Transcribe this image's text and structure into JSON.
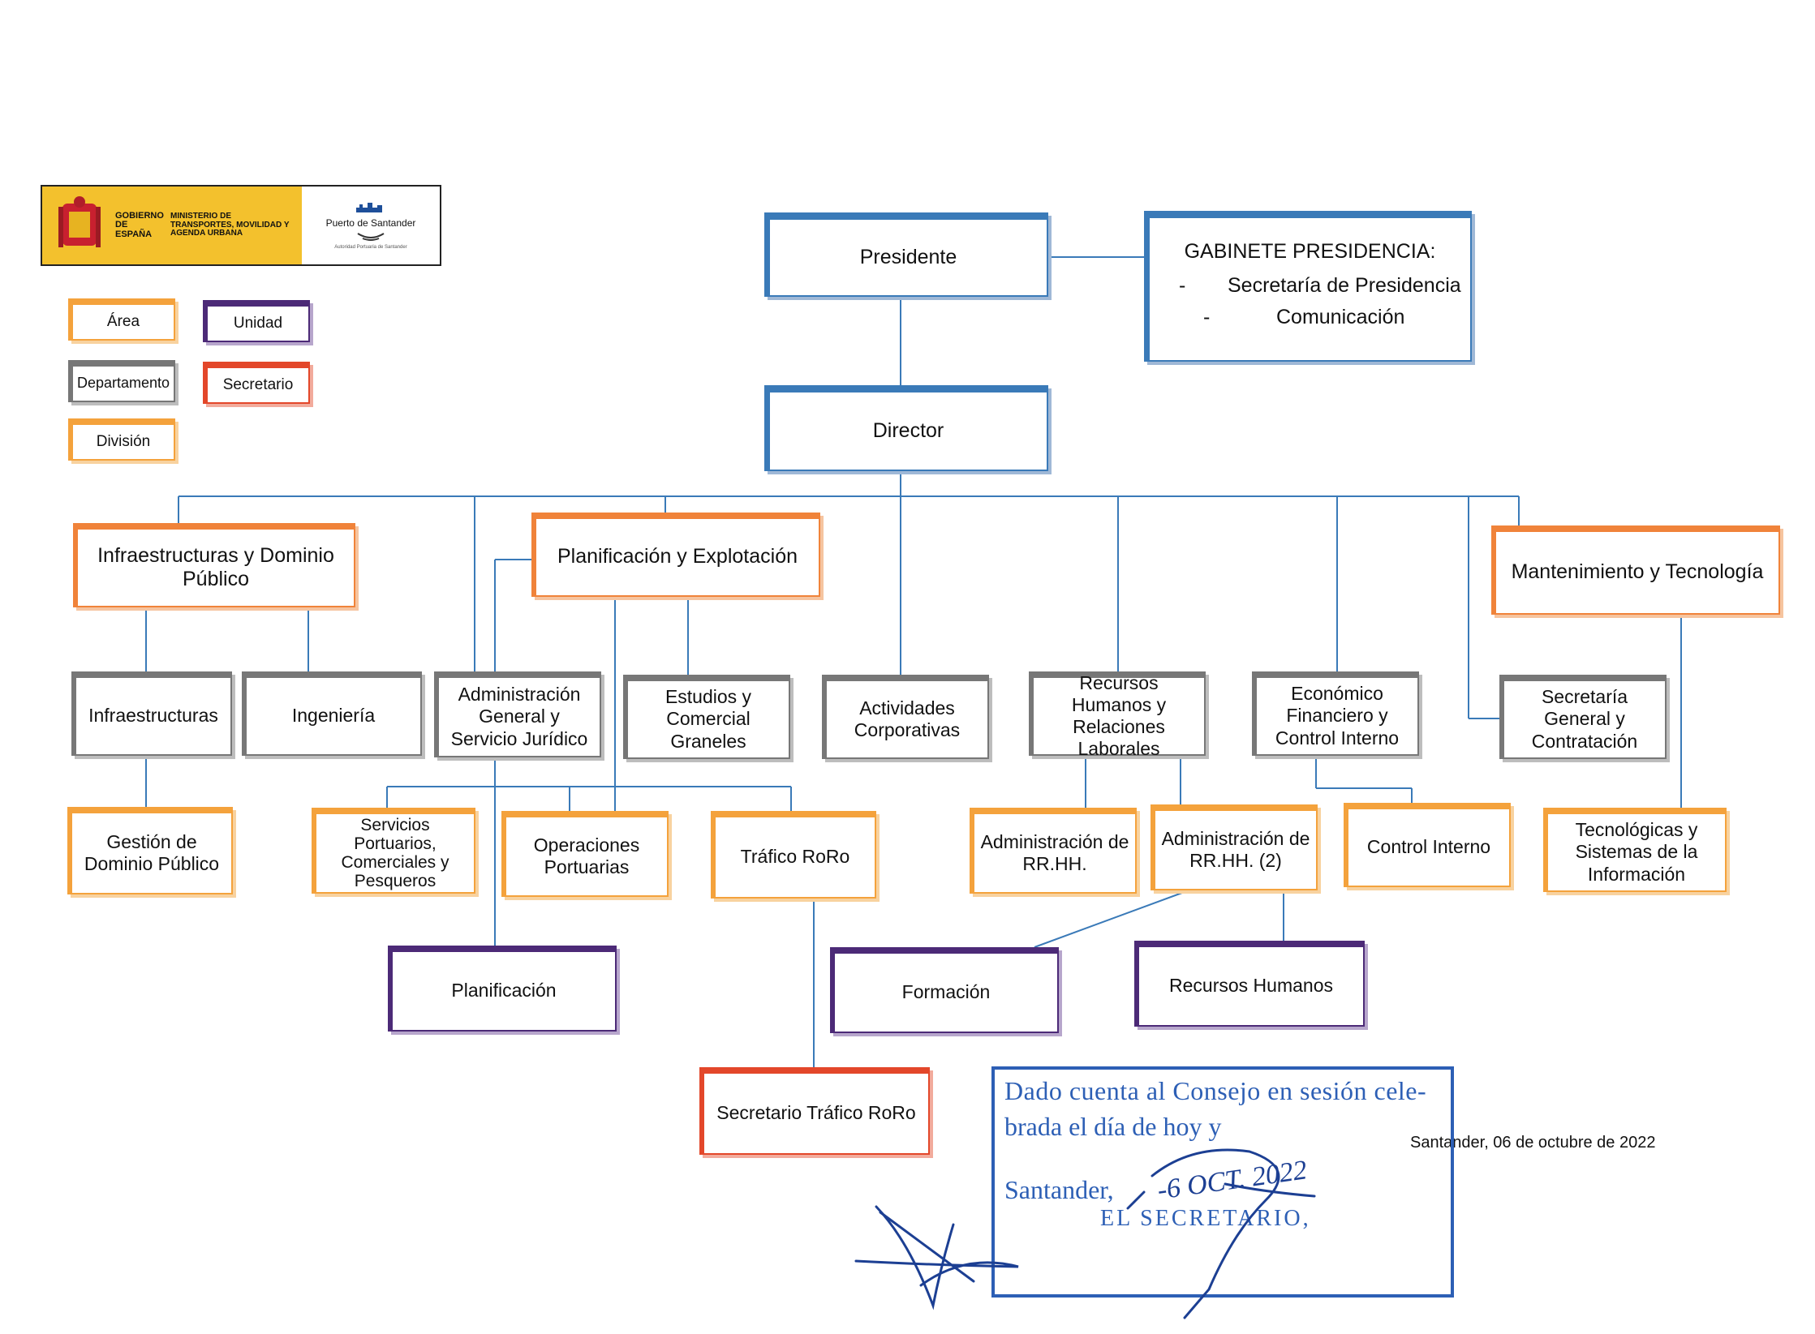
{
  "logo": {
    "gov_text": "GOBIERNO DE ESPAÑA",
    "ministry_text": "MINISTERIO DE TRANSPORTES, MOVILIDAD Y AGENDA URBANA",
    "port_name": "Puerto de Santander",
    "port_sub": "Autoridad Portuaria de Santander"
  },
  "legend": {
    "area": "Área",
    "unidad": "Unidad",
    "departamento": "Departamento",
    "secretario": "Secretario",
    "division": "División"
  },
  "colors": {
    "presidencia": "#3a7ab8",
    "area": "#f0833a",
    "departamento": "#777777",
    "division": "#f4a23c",
    "unidad": "#4c2a77",
    "secretario": "#e3472a",
    "stamp": "#2d5fb5"
  },
  "top": {
    "presidente": "Presidente",
    "director": "Director",
    "gabinete_title": "GABINETE PRESIDENCIA:",
    "gabinete_items": [
      "Secretaría de Presidencia",
      "Comunicación"
    ],
    "gabinete_dash": "-"
  },
  "areas": {
    "infra": "Infraestructuras y Dominio Público",
    "plan": "Planificación y Explotación",
    "mant": "Mantenimiento y Tecnología"
  },
  "departments": {
    "infraestructuras": "Infraestructuras",
    "ingenieria": "Ingeniería",
    "admin_general": "Administración General y Servicio Jurídico",
    "estudios": "Estudios y Comercial Graneles",
    "actividades": "Actividades Corporativas",
    "rrhh": "Recursos Humanos y Relaciones Laborales",
    "economico": "Económico Financiero y Control Interno",
    "secretaria_general": "Secretaría General y Contratación"
  },
  "divisions": {
    "gestion_dominio": "Gestión de Dominio Público",
    "servicios": "Servicios Portuarios, Comerciales y Pesqueros",
    "operaciones": "Operaciones Portuarias",
    "trafico_roro": "Tráfico RoRo",
    "admin_rrhh": "Administración de RR.HH.",
    "admin_rrhh2": "Administración de RR.HH. (2)",
    "control_interno": "Control Interno",
    "tecnologicas": "Tecnológicas y Sistemas de la Información"
  },
  "units": {
    "planificacion": "Planificación",
    "formacion": "Formación",
    "recursos_humanos": "Recursos Humanos"
  },
  "secretary": {
    "trafico_roro": "Secretario Tráfico RoRo"
  },
  "footer": {
    "date": "Santander, 06 de octubre de 2022"
  },
  "stamp": {
    "line1": "Dado cuenta al Consejo en sesión cele-",
    "line2": "brada el día de hoy y",
    "line3": "Santander,",
    "line4": "EL SECRETARIO,",
    "handwritten_date": "-6 OCT. 2022"
  }
}
